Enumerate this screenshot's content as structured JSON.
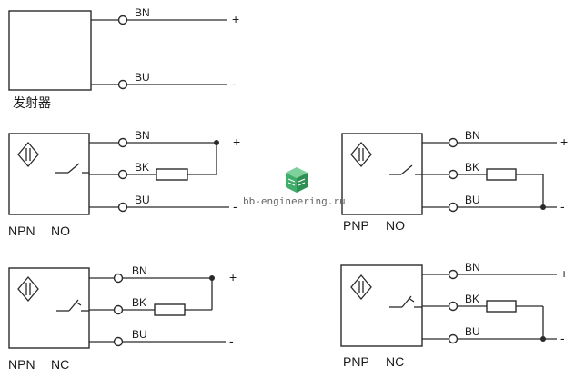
{
  "emitter": {
    "caption": "发射器",
    "wires": [
      {
        "label": "BN",
        "sign": "+"
      },
      {
        "label": "BU",
        "sign": "-"
      }
    ]
  },
  "sensors": [
    {
      "type_label": "NPN",
      "mode_label": "NO",
      "wires": [
        "BN",
        "BK",
        "BU"
      ],
      "signs": [
        "+",
        "-"
      ]
    },
    {
      "type_label": "PNP",
      "mode_label": "NO",
      "wires": [
        "BN",
        "BK",
        "BU"
      ],
      "signs": [
        "+",
        "-"
      ]
    },
    {
      "type_label": "NPN",
      "mode_label": "NC",
      "wires": [
        "BN",
        "BK",
        "BU"
      ],
      "signs": [
        "+",
        "-"
      ]
    },
    {
      "type_label": "PNP",
      "mode_label": "NC",
      "wires": [
        "BN",
        "BK",
        "BU"
      ],
      "signs": [
        "+",
        "-"
      ]
    }
  ],
  "watermark": {
    "text": "bb-engineering.ru",
    "icon": "cube-logo-icon"
  },
  "colors": {
    "line": "#2a2a2a",
    "logo_green": "#3fae6a"
  }
}
